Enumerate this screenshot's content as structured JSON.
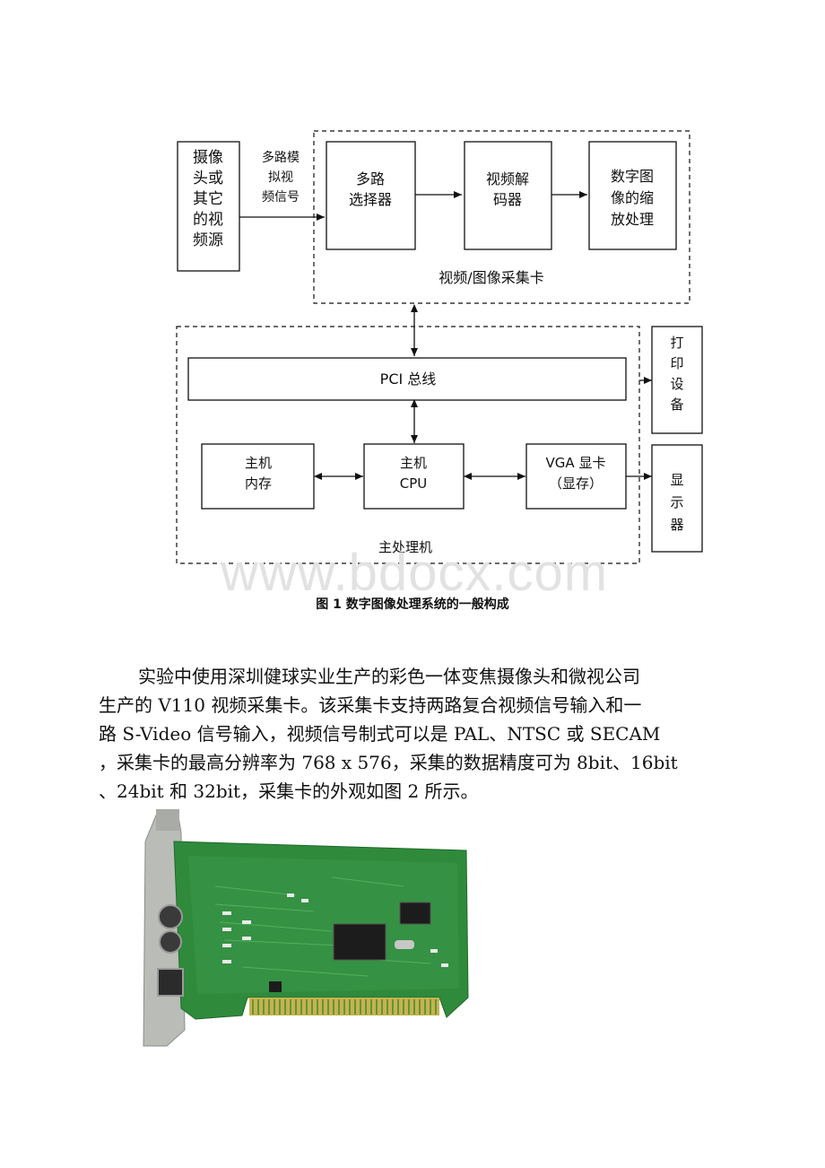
{
  "diagram": {
    "source_block": "摄像\n头或\n其它\n的视\n频源",
    "signal_label": "多路模\n拟视\n频信号",
    "capture_card": {
      "multiplexer": "多路\n选择器",
      "decoder": "视频解\n码器",
      "scaler": "数字图\n像的缩\n放处理",
      "label": "视频/图像采集卡"
    },
    "host": {
      "pci_bus": "PCI 总线",
      "memory": "主机\n内存",
      "cpu": "主机\nCPU",
      "vga": "VGA 显卡\n（显存）",
      "label": "主处理机"
    },
    "printer": "打\n印\n设\n备",
    "display": "显\n示\n器"
  },
  "watermark": "www.bdocx.com",
  "figure_caption": "图 1  数字图像处理系统的一般构成",
  "paragraph_lines": [
    "实验中使用深圳健球实业生产的彩色一体变焦摄像头和微视公司",
    "生产的 V110 视频采集卡。该采集卡支持两路复合视频信号输入和一",
    "路 S-Video 信号输入，视频信号制式可以是 PAL、NTSC 或 SECAM",
    "，采集卡的最高分辨率为 768 x 576，采集的数据精度可为 8bit、16bit",
    "、24bit 和 32bit，采集卡的外观如图 2 所示。"
  ],
  "colors": {
    "pcb_green": "#2f8a3c",
    "bracket_gray": "#b9bcb7",
    "gold_contacts": "#c9b24a",
    "chip_black": "#1c1c1c"
  }
}
